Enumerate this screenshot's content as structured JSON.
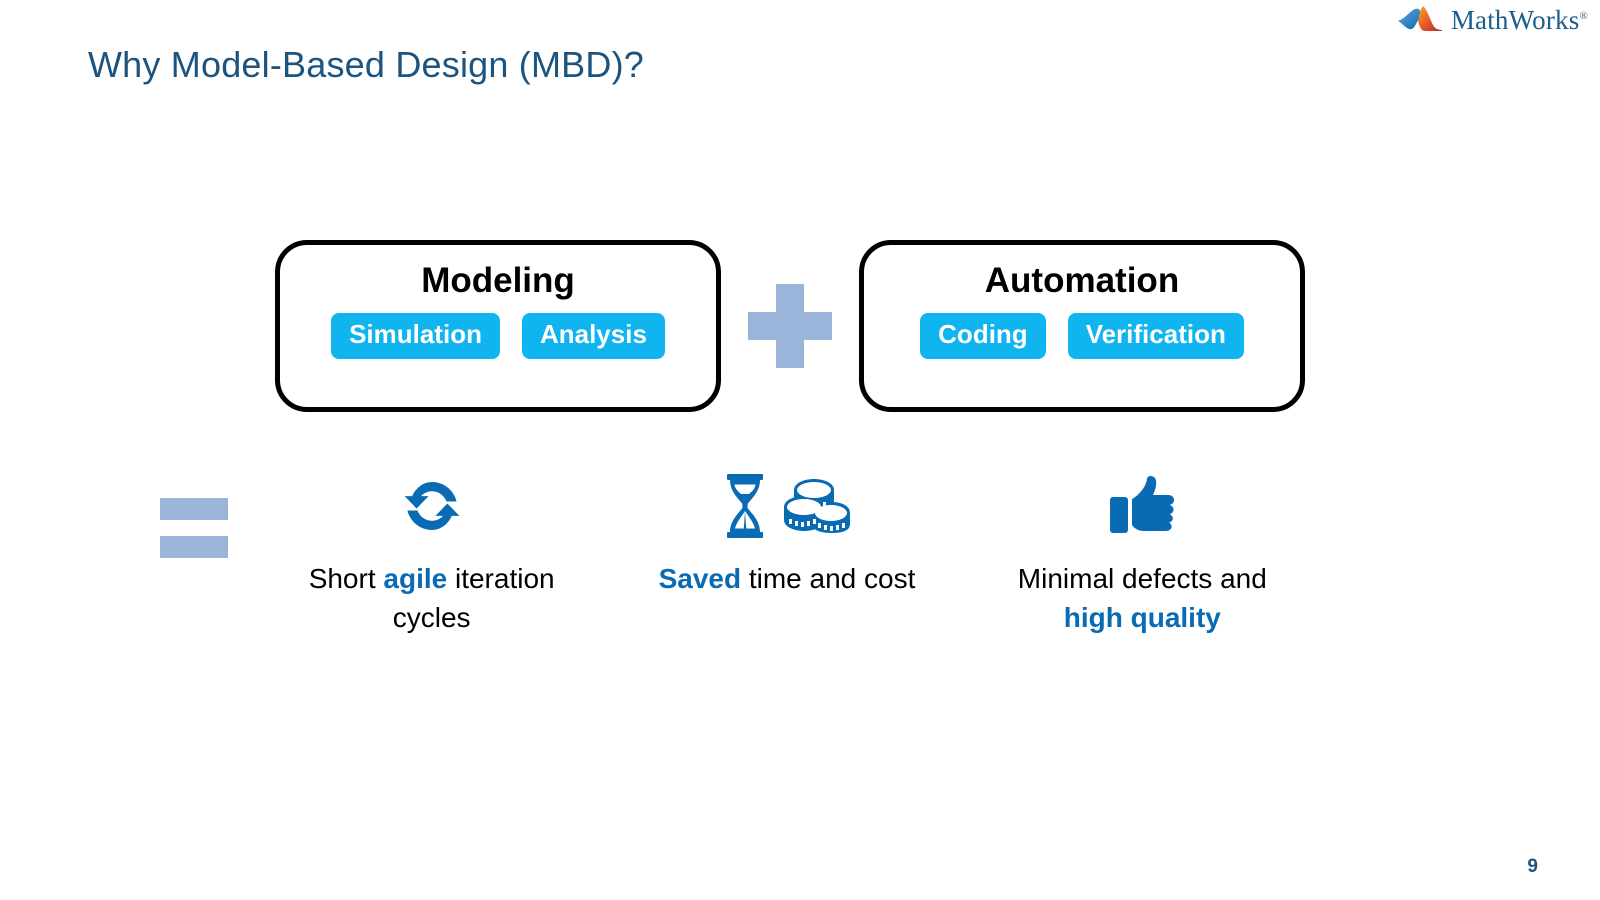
{
  "brand": {
    "logo_text": "MathWorks",
    "logo_tm": "®",
    "logo_mark_name": "mathworks-membrane-logo",
    "colors": {
      "title_blue": "#1c5480",
      "pill_cyan": "#10b4ee",
      "icon_blue": "#0a6bb5",
      "operator_blue_gray": "#9bb4d9",
      "highlight_blue": "#0a6bb5",
      "box_border": "#000000",
      "background": "#ffffff"
    }
  },
  "slide": {
    "title": "Why Model-Based Design (MBD)?",
    "page_number": "9"
  },
  "equation": {
    "operator_plus": "+",
    "operator_equals": "=",
    "boxes": [
      {
        "title": "Modeling",
        "pills": [
          "Simulation",
          "Analysis"
        ]
      },
      {
        "title": "Automation",
        "pills": [
          "Coding",
          "Verification"
        ]
      }
    ]
  },
  "benefits": [
    {
      "icons": [
        "sync-refresh-icon"
      ],
      "caption_parts": [
        {
          "text": "Short ",
          "bold": false
        },
        {
          "text": "agile",
          "bold": true
        },
        {
          "text": " iteration cycles",
          "bold": false
        }
      ],
      "caption_plain": "Short agile iteration cycles"
    },
    {
      "icons": [
        "hourglass-icon",
        "coins-icon"
      ],
      "caption_parts": [
        {
          "text": "Saved",
          "bold": true
        },
        {
          "text": " time and cost",
          "bold": false
        }
      ],
      "caption_plain": "Saved time and cost"
    },
    {
      "icons": [
        "thumbs-up-icon"
      ],
      "caption_parts": [
        {
          "text": "Minimal defects and ",
          "bold": false
        },
        {
          "text": "high quality",
          "bold": true
        }
      ],
      "caption_plain": "Minimal defects and high quality"
    }
  ]
}
